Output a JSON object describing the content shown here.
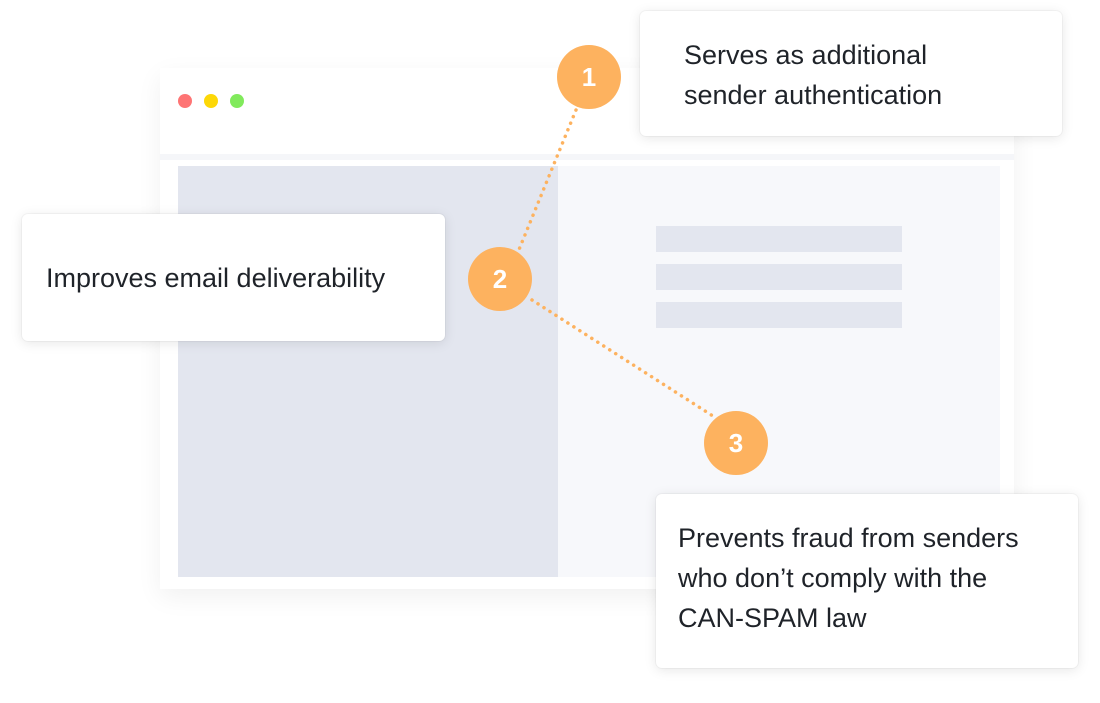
{
  "browser": {
    "window_controls": [
      {
        "name": "close",
        "color": "#fe7474"
      },
      {
        "name": "minimize",
        "color": "#fdd807"
      },
      {
        "name": "maximize",
        "color": "#81ea5c"
      }
    ]
  },
  "accent_color": "#fdb25f",
  "connector_color": "#fdb25f",
  "callouts": [
    {
      "number": "1",
      "lines": [
        "Serves as additional",
        "sender authentication"
      ]
    },
    {
      "number": "2",
      "lines": [
        "Improves email deliverability"
      ]
    },
    {
      "number": "3",
      "lines": [
        "Prevents fraud from senders",
        "who don’t comply with the",
        "CAN-SPAM law"
      ]
    }
  ]
}
